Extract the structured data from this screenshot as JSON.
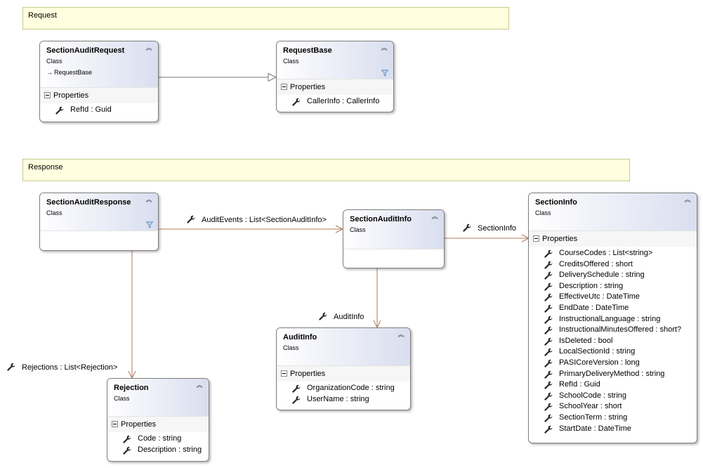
{
  "regions": {
    "request": "Request",
    "response": "Response"
  },
  "classes": {
    "section_audit_request": {
      "name": "SectionAuditRequest",
      "kind": "Class",
      "base": "RequestBase",
      "section": "Properties",
      "members": [
        "RefId : Guid"
      ]
    },
    "request_base": {
      "name": "RequestBase",
      "kind": "Class",
      "section": "Properties",
      "members": [
        "CallerInfo : CallerInfo"
      ]
    },
    "section_audit_response": {
      "name": "SectionAuditResponse",
      "kind": "Class"
    },
    "section_audit_info": {
      "name": "SectionAuditInfo",
      "kind": "Class"
    },
    "section_info": {
      "name": "SectionInfo",
      "kind": "Class",
      "section": "Properties",
      "members": [
        "CourseCodes : List<string>",
        "CreditsOffered : short",
        "DeliverySchedule : string",
        "Description : string",
        "EffectiveUtc : DateTime",
        "EndDate : DateTime",
        "InstructionalLanguage : string",
        "InstructionalMinutesOffered : short?",
        "IsDeleted : bool",
        "LocalSectionId : string",
        "PASICoreVersion : long",
        "PrimaryDeliveryMethod : string",
        "RefId : Guid",
        "SchoolCode : string",
        "SchoolYear : short",
        "SectionTerm : string",
        "StartDate : DateTime"
      ]
    },
    "audit_info": {
      "name": "AuditInfo",
      "kind": "Class",
      "section": "Properties",
      "members": [
        "OrganizationCode : string",
        "UserName : string"
      ]
    },
    "rejection": {
      "name": "Rejection",
      "kind": "Class",
      "section": "Properties",
      "members": [
        "Code : string",
        "Description : string"
      ]
    }
  },
  "associations": {
    "audit_events": "AuditEvents : List<SectionAuditInfo>",
    "section_info": "SectionInfo",
    "audit_info": "AuditInfo",
    "rejections": "Rejections : List<Rejection>"
  },
  "icons": {
    "collapse": "double-chevron-up-icon",
    "member": "wrench-property-icon",
    "filter": "filter-icon",
    "inherits": "arrow-right-icon"
  },
  "colors": {
    "region_fill": "#ffffe0",
    "header_gradient_end": "#d9deef",
    "association_line": "#b0785a",
    "inheritance_line": "#777777"
  }
}
